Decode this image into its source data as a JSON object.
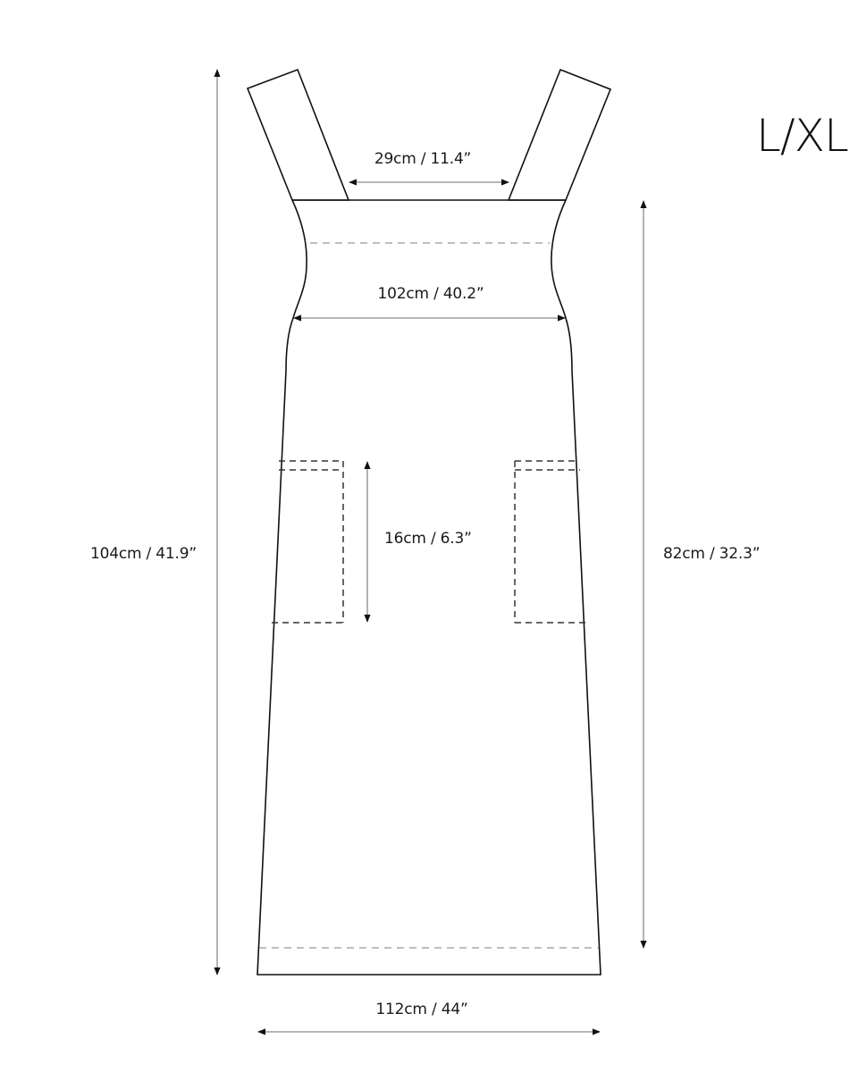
{
  "size_label": "L/XL",
  "colors": {
    "outline": "#111111",
    "dimension_line": "#8a8a8a",
    "seam_dashed": "#999999",
    "pocket_dashed": "#333333",
    "text": "#1a1a1a",
    "background": "#ffffff"
  },
  "measurements": {
    "strap_gap": {
      "label": "29cm / 11.4”",
      "cm": 29,
      "in": 11.4
    },
    "chest_width": {
      "label": "102cm / 40.2”",
      "cm": 102,
      "in": 40.2
    },
    "pocket_depth": {
      "label": "16cm / 6.3”",
      "cm": 16,
      "in": 6.3
    },
    "total_length": {
      "label": "104cm / 41.9”",
      "cm": 104,
      "in": 41.9
    },
    "body_length": {
      "label": "82cm / 32.3”",
      "cm": 82,
      "in": 32.3
    },
    "hem_width": {
      "label": "112cm / 44”",
      "cm": 112,
      "in": 44
    }
  }
}
